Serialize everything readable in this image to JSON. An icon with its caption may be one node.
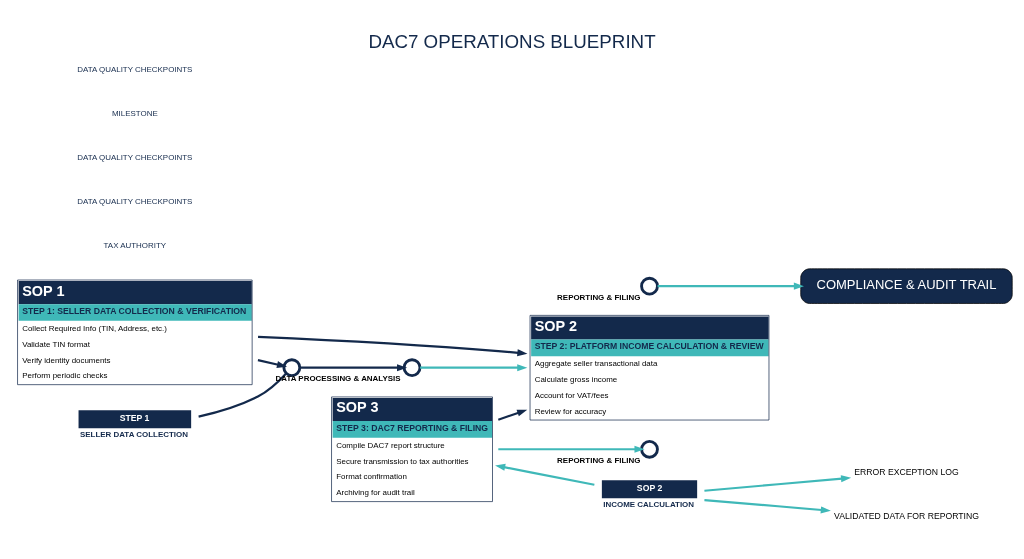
{
  "diagram": {
    "title": "DAC7 OPERATIONS BLUEPRINT",
    "nodes": [
      {
        "text": [
          "SOP 1",
          "STEP 1: SELLER DATA COLLECTION & VERIFICATION",
          "Collect Required Info (TIN, Address, etc.)",
          "Validate TIN format",
          "Verify identity documents",
          "Perform periodic checks"
        ]
      },
      {
        "text": [
          "SOP 2",
          "STEP 2: PLATFORM INCOME CALCULATION & REVIEW",
          "Aggregate seller transactional data",
          "Calculate gross income",
          "Account for VAT/fees",
          "Review for accuracy"
        ]
      },
      {
        "text": [
          "SOP 3",
          "STEP 3: DAC7 REPORTING & FILING",
          "Compile DAC7 report structure",
          "Secure transmission to tax authorities",
          "Format confirmation",
          "Archiving for audit trail"
        ]
      },
      {
        "text": [
          "STEP 1"
        ],
        "beside": [
          "SELLER DATA COLLECTION"
        ]
      },
      {
        "text": [],
        "shape": "circle"
      },
      {
        "text": [],
        "shape": "circle",
        "beside": [
          "DATA PROCESSING & ANALYSIS"
        ]
      },
      {
        "text": [
          "SOP 2"
        ],
        "beside": [
          "INCOME CALCULATION"
        ]
      },
      {
        "text": [
          "ERROR EXCEPTION LOG"
        ]
      },
      {
        "text": [
          "VALIDATED DATA FOR REPORTING"
        ]
      },
      {
        "text": [],
        "shape": "circle",
        "beside": [
          "REPORTING & FILING"
        ]
      },
      {
        "text": [],
        "shape": "circle",
        "beside": [
          "REPORTING & FILING"
        ]
      },
      {
        "text": [
          "COMPLIANCE & AUDIT TRAIL"
        ]
      }
    ],
    "edges": [
      {
        "from": 0,
        "to": 1,
        "arrow": "to",
        "color": "#13294b"
      },
      {
        "from": 2,
        "to": 1,
        "arrow": "to",
        "color": "#13294b"
      },
      {
        "from": 0,
        "to": 4,
        "arrow": "to",
        "color": "#13294b"
      },
      {
        "from": 3,
        "to": 4,
        "arrow": "none",
        "color": "#13294b"
      },
      {
        "from": 4,
        "to": 5,
        "arrow": "to",
        "color": "#13294b"
      },
      {
        "from": 5,
        "to": 1,
        "arrow": "to"
      },
      {
        "from": 6,
        "to": 7,
        "arrow": "to"
      },
      {
        "from": 6,
        "to": 8,
        "arrow": "to"
      },
      {
        "from": 6,
        "to": 2,
        "arrow": "to"
      },
      {
        "from": 2,
        "to": 9,
        "arrow": "to"
      },
      {
        "from": 10,
        "to": 11,
        "arrow": "to"
      }
    ],
    "labels": [
      "TAX AUTHORITY",
      "DATA QUALITY CHECKPOINTS",
      "DATA QUALITY CHECKPOINTS",
      "MILESTONE",
      "DATA QUALITY CHECKPOINTS"
    ]
  }
}
